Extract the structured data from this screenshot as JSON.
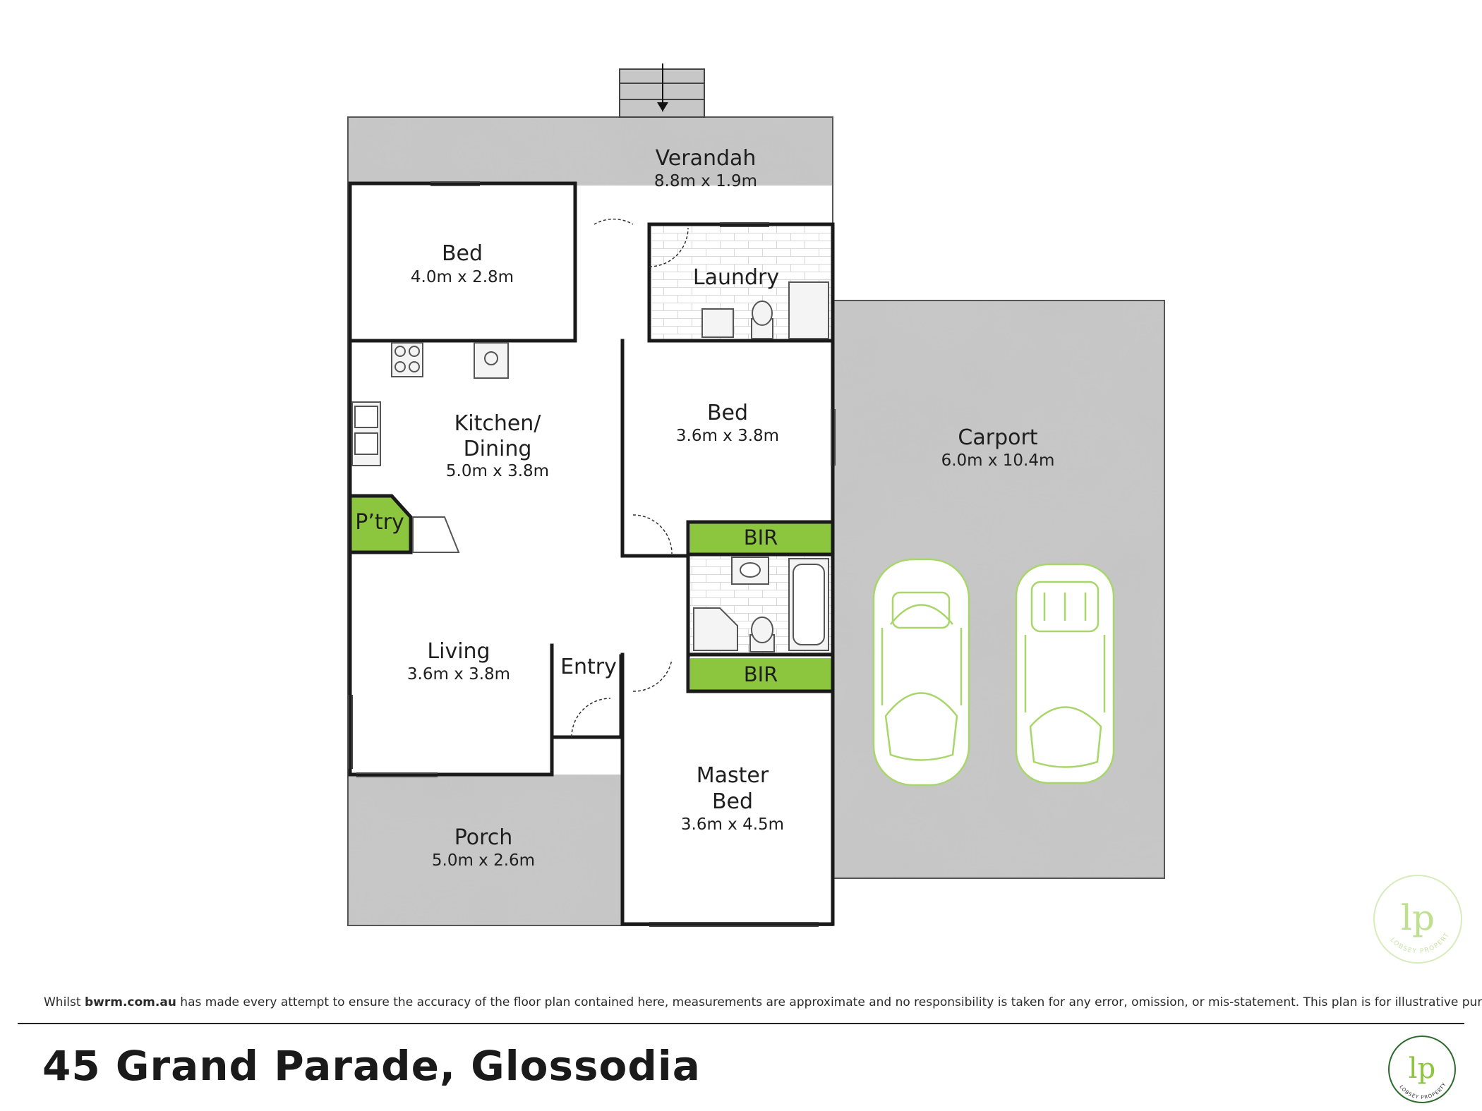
{
  "rooms": {
    "verandah": {
      "name": "Verandah",
      "dim": "8.8m x 1.9m"
    },
    "bed_top": {
      "name": "Bed",
      "dim": "4.0m x 2.8m"
    },
    "laundry": {
      "name": "Laundry"
    },
    "kitchen": {
      "name_line1": "Kitchen/",
      "name_line2": "Dining",
      "dim": "5.0m x 3.8m"
    },
    "bed_mid": {
      "name": "Bed",
      "dim": "3.6m x 3.8m"
    },
    "pantry": {
      "name": "P’try"
    },
    "bir_upper": {
      "name": "BIR"
    },
    "bir_lower": {
      "name": "BIR"
    },
    "living": {
      "name": "Living",
      "dim": "3.6m x 3.8m"
    },
    "entry": {
      "name": "Entry"
    },
    "master": {
      "name_line1": "Master",
      "name_line2": "Bed",
      "dim": "3.6m x 4.5m"
    },
    "porch": {
      "name": "Porch",
      "dim": "5.0m x 2.6m"
    },
    "carport": {
      "name": "Carport",
      "dim": "6.0m x 10.4m"
    }
  },
  "disclaimer": {
    "prefix": "Whilst ",
    "site": "bwrm.com.au",
    "suffix": " has made every attempt to ensure the accuracy of the floor plan contained here, measurements are approximate and no responsibility is taken for any error, omission, or mis-statement. This plan is for illustrative purposes only."
  },
  "address": "45 Grand Parade, Glossodia",
  "logo": {
    "monogram": "lp",
    "brand": "LOBSEY PROPERTY"
  },
  "colors": {
    "accent_green": "#8cc63f",
    "wall": "#1a1a1a",
    "outdoor": "#c4c4c4",
    "logo": "#bfe08f"
  }
}
